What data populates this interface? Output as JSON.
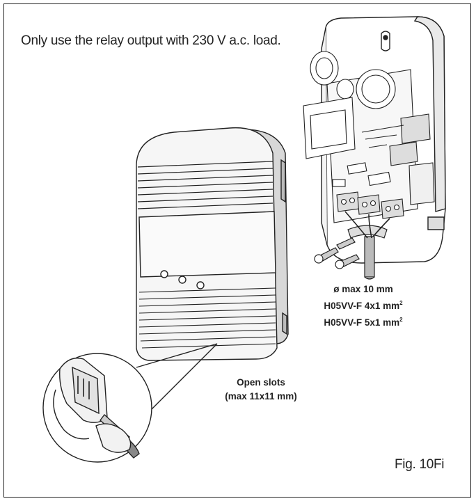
{
  "notice": "Only use the relay output with 230 V a.c. load.",
  "cable_spec": {
    "line1": "ø max 10 mm",
    "line2_text": "H05VV-F 4x1 mm",
    "line2_sup": "2",
    "line3_text": "H05VV-F 5x1 mm",
    "line3_sup": "2"
  },
  "slots_label": {
    "line1": "Open slots",
    "line2": "(max 11x11 mm)"
  },
  "figure_label": "Fig. 10Fi"
}
